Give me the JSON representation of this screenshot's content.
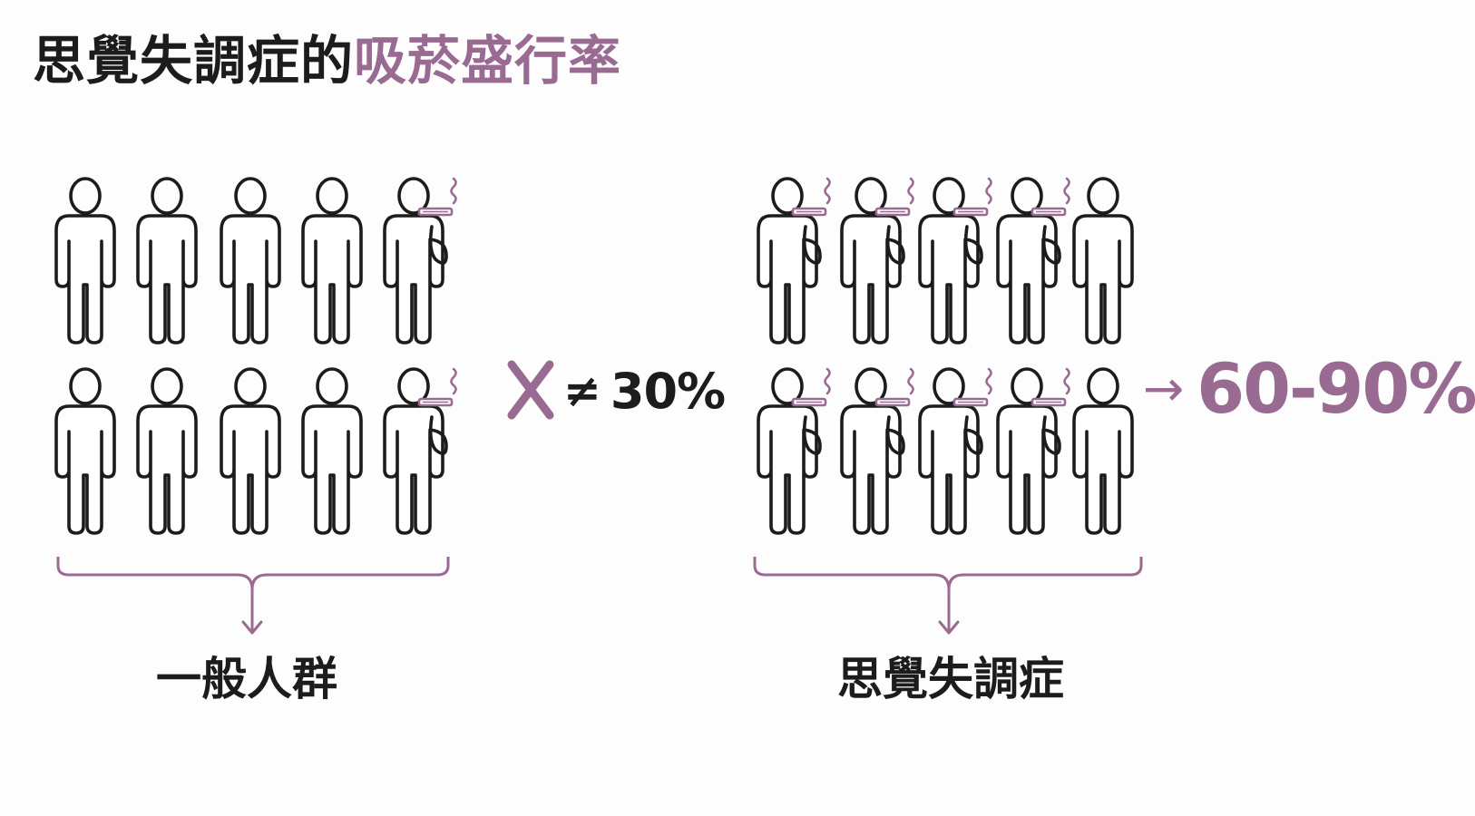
{
  "title": {
    "main": "思覺失調症的",
    "accent": "吸菸盛行率"
  },
  "groups": [
    {
      "label": "一般人群",
      "smoking_fraction_shown": 0.2,
      "rows": [
        [
          false,
          false,
          false,
          false,
          true
        ],
        [
          false,
          false,
          false,
          false,
          true
        ]
      ]
    },
    {
      "label": "思覺失調症",
      "smoking_fraction_shown": 0.8,
      "rows": [
        [
          true,
          true,
          true,
          true,
          false
        ],
        [
          true,
          true,
          true,
          true,
          false
        ]
      ]
    }
  ],
  "comparison": {
    "x_symbol": "✕",
    "neq_symbol": "≠",
    "general_rate": "30%"
  },
  "result": {
    "arrow": "→",
    "schizo_rate": "60-90%"
  },
  "colors": {
    "accent": "#9a6b92",
    "text": "#1c1c1c",
    "figure_stroke": "#1c1c1c",
    "background": "#fdfdfd"
  },
  "icons": {
    "person": "person-icon",
    "cigarette": "cigarette-icon",
    "smoke": "smoke-icon",
    "cross": "cross-icon"
  }
}
